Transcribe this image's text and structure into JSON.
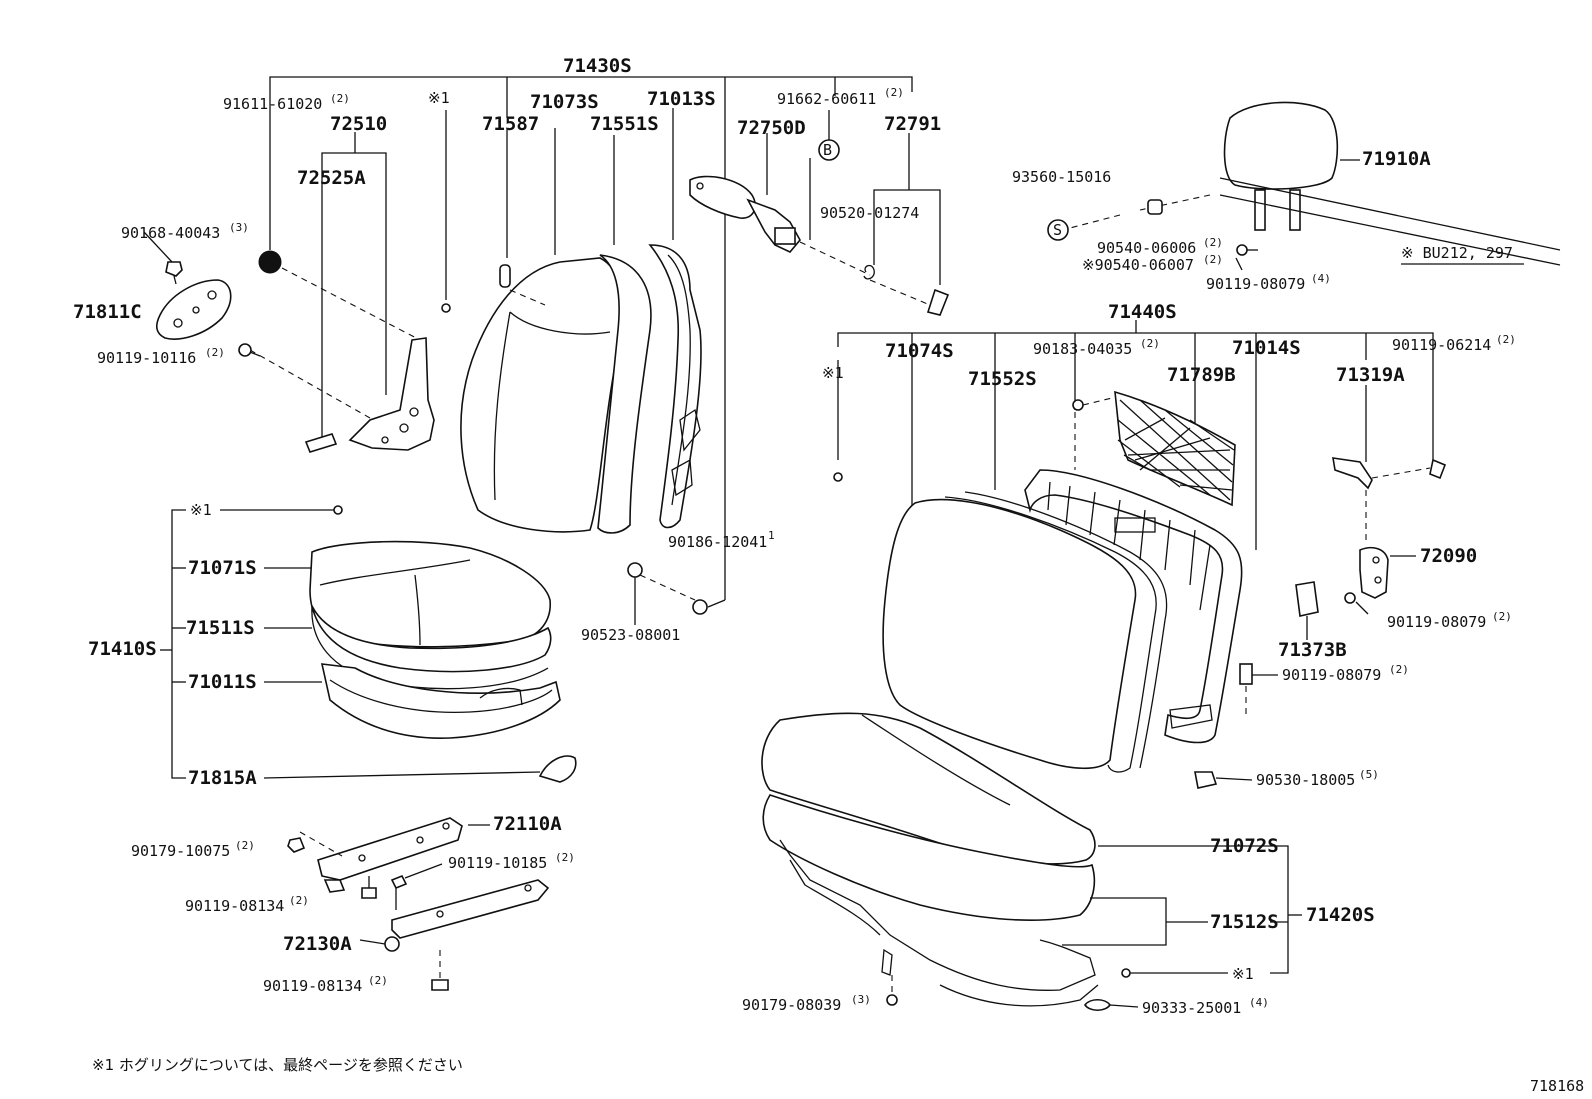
{
  "diagram": {
    "labels": {
      "p71430S": "71430S",
      "p91611": "91611-61020",
      "q91611": "(2)",
      "p72510": "72510",
      "p72525A": "72525A",
      "kome1a": "※1",
      "p71587": "71587",
      "p71073S": "71073S",
      "p71551S": "71551S",
      "p71013S": "71013S",
      "p72750D": "72750D",
      "p91662": "91662-60611",
      "q91662": "(2)",
      "circleB": "B",
      "p72791": "72791",
      "p90520": "90520-01274",
      "p90168": "90168-40043",
      "q90168": "(3)",
      "p71811C": "71811C",
      "p90119_10116": "90119-10116",
      "q90119_10116": "(2)",
      "kome1b": "※1",
      "p71071S": "71071S",
      "p71511S": "71511S",
      "p71410S": "71410S",
      "p71011S": "71011S",
      "p71815A": "71815A",
      "p90186": "90186-12041",
      "q90186": "1",
      "p90523": "90523-08001",
      "p72110A": "72110A",
      "p90179_10075": "90179-10075",
      "q90179_10075": "(2)",
      "p90119_10185": "90119-10185",
      "q90119_10185": "(2)",
      "p90119_08134a": "90119-08134",
      "q90119_08134a": "(2)",
      "p72130A": "72130A",
      "p90119_08134b": "90119-08134",
      "q90119_08134b": "(2)",
      "p93560": "93560-15016",
      "circleS": "S",
      "p90540a": "90540-06006",
      "q90540a": "(2)",
      "p90540b": "※90540-06007",
      "q90540b": "(2)",
      "p90119_08079a": "90119-08079",
      "q90119_08079a": "(4)",
      "p71910A": "71910A",
      "bu212": "※ BU212, 297",
      "p71440S": "71440S",
      "kome1c": "※1",
      "p71074S": "71074S",
      "p90183": "90183-04035",
      "q90183": "(2)",
      "p71552S": "71552S",
      "p71789B": "71789B",
      "p71014S": "71014S",
      "p90119_06214": "90119-06214",
      "q90119_06214": "(2)",
      "p71319A": "71319A",
      "p72090": "72090",
      "p90119_08079b": "90119-08079",
      "q90119_08079b": "(2)",
      "p71373B": "71373B",
      "p90119_08079c": "90119-08079",
      "q90119_08079c": "(2)",
      "p90530": "90530-18005",
      "q90530": "(5)",
      "p71072S": "71072S",
      "p71512S": "71512S",
      "p71420S": "71420S",
      "kome1d": "※1",
      "p90179_08039": "90179-08039",
      "q90179_08039": "(3)",
      "p90333": "90333-25001",
      "q90333": "(4)"
    },
    "footnote": "※1 ホグリングについては、最終ページを参照ください",
    "figure_number": "718168"
  }
}
